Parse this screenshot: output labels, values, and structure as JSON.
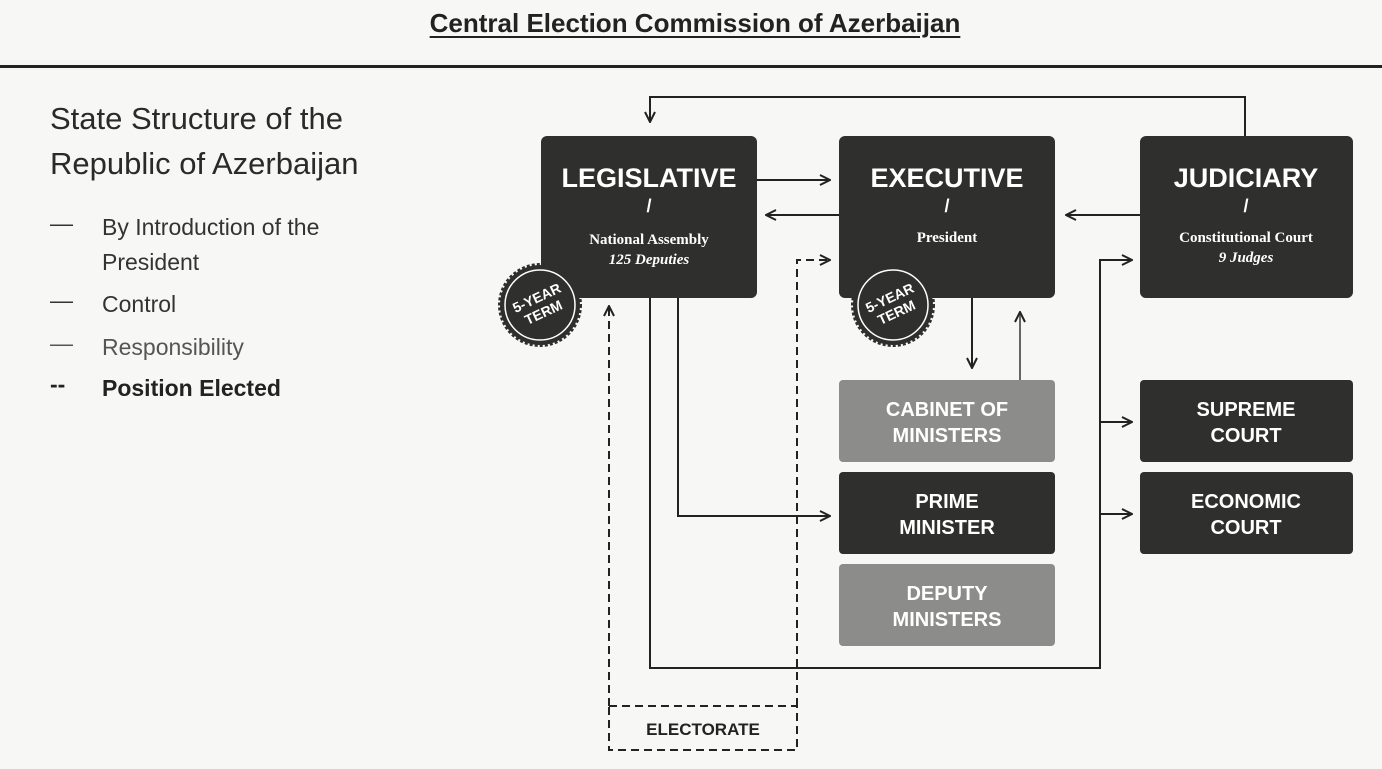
{
  "header": {
    "title": "Central Election Commission of Azerbaijan"
  },
  "legend": {
    "heading_line1": "State Structure of the",
    "heading_line2": "Republic of Azerbaijan",
    "items": [
      {
        "dash": "—",
        "label_line1": "By Introduction of the",
        "label_line2": "President"
      },
      {
        "dash": "—",
        "label": "Control"
      },
      {
        "dash": "—",
        "label": "Responsibility"
      },
      {
        "dash": "--",
        "label": "Position Elected"
      }
    ]
  },
  "diagram": {
    "legislative": {
      "title": "LEGISLATIVE",
      "slash": "/",
      "body": "National Assembly",
      "detail": "125 Deputies"
    },
    "executive": {
      "title": "EXECUTIVE",
      "slash": "/",
      "body": "President"
    },
    "judiciary": {
      "title": "JUDICIARY",
      "slash": "/",
      "body": "Constitutional Court",
      "detail": "9 Judges"
    },
    "badge": {
      "line1": "5-YEAR",
      "line2": "TERM"
    },
    "cabinet": {
      "line1": "CABINET OF",
      "line2": "MINISTERS"
    },
    "prime": {
      "line1": "PRIME",
      "line2": "MINISTER"
    },
    "deputy": {
      "line1": "DEPUTY",
      "line2": "MINISTERS"
    },
    "supreme": {
      "line1": "SUPREME",
      "line2": "COURT"
    },
    "economic": {
      "line1": "ECONOMIC",
      "line2": "COURT"
    },
    "electorate": "ELECTORATE",
    "colors": {
      "dark": "#2f2f2d",
      "gray": "#8c8c8a"
    }
  }
}
